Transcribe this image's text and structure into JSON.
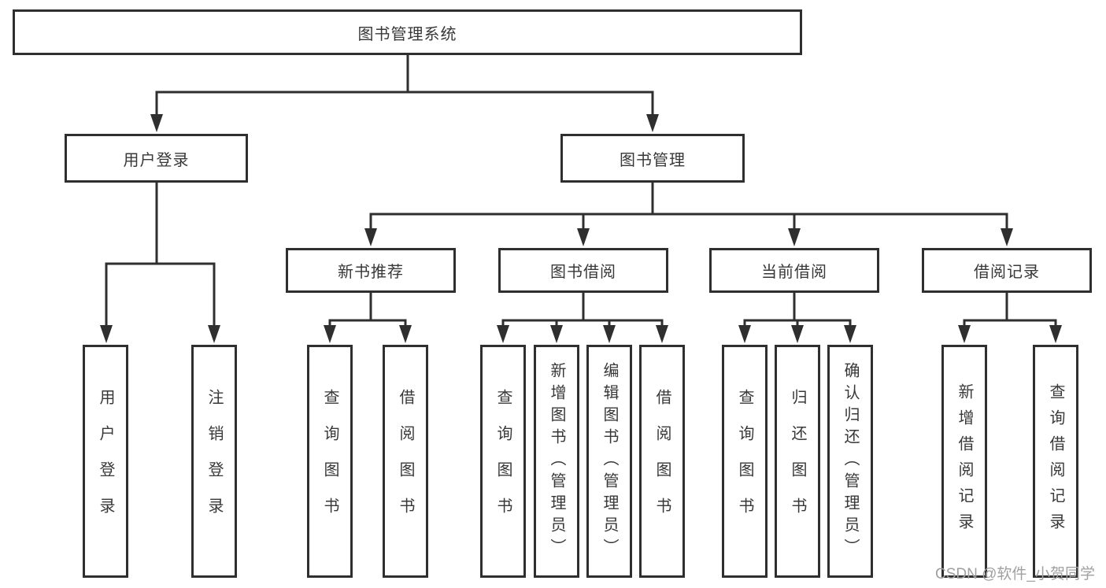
{
  "colors": {
    "line": "#2f2f2f",
    "box_border": "#2f2f2f",
    "text": "#383838",
    "watermark": "#a0a0a0",
    "background": "#ffffff"
  },
  "tree": {
    "root": "图书管理系统",
    "branches": [
      {
        "label": "用户登录",
        "leaves": [
          "用户登录",
          "注销登录"
        ]
      },
      {
        "label": "图书管理",
        "groups": [
          {
            "label": "新书推荐",
            "leaves": [
              "查询图书",
              "借阅图书"
            ]
          },
          {
            "label": "图书借阅",
            "leaves": [
              "查询图书",
              "新增图书（管理员）",
              "编辑图书（管理员）",
              "借阅图书"
            ]
          },
          {
            "label": "当前借阅",
            "leaves": [
              "查询图书",
              "归还图书",
              "确认归还（管理员）"
            ]
          },
          {
            "label": "借阅记录",
            "leaves": [
              "新增借阅记录",
              "查询借阅记录"
            ]
          }
        ]
      }
    ]
  },
  "watermark": "CSDN @软件_小贺同学"
}
